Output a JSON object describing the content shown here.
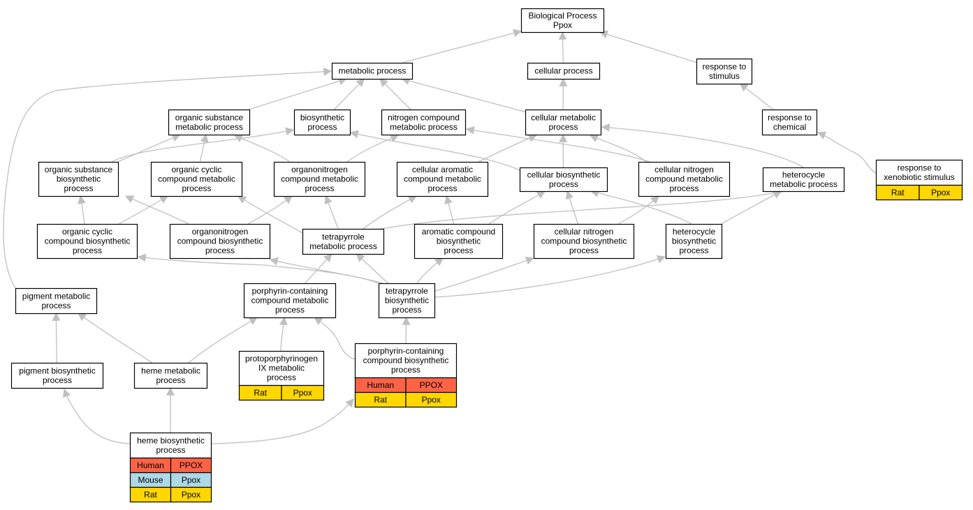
{
  "colors": {
    "edge": "#c0c0c0",
    "node_border": "#000000",
    "node_fill": "#ffffff",
    "human": "#ff6347",
    "mouse": "#add8e6",
    "rat": "#ffd700"
  },
  "nodes": {
    "bp": {
      "label": [
        "Biological Process",
        "Ppox"
      ]
    },
    "mp": {
      "label": [
        "metabolic process"
      ]
    },
    "cp": {
      "label": [
        "cellular process"
      ]
    },
    "rs": {
      "label": [
        "response to",
        "stimulus"
      ]
    },
    "osmp": {
      "label": [
        "organic substance",
        "metabolic process"
      ]
    },
    "bsp": {
      "label": [
        "biosynthetic",
        "process"
      ]
    },
    "ncmp": {
      "label": [
        "nitrogen compound",
        "metabolic process"
      ]
    },
    "cmp": {
      "label": [
        "cellular metabolic",
        "process"
      ]
    },
    "rc": {
      "label": [
        "response to",
        "chemical"
      ]
    },
    "rxs": {
      "label": [
        "response to",
        "xenobiotic stimulus"
      ],
      "rows": [
        [
          "Rat",
          "Ppox"
        ]
      ]
    },
    "osbp": {
      "label": [
        "organic substance",
        "biosynthetic",
        "process"
      ]
    },
    "occmp": {
      "label": [
        "organic cyclic",
        "compound metabolic",
        "process"
      ]
    },
    "oncmp": {
      "label": [
        "organonitrogen",
        "compound metabolic",
        "process"
      ]
    },
    "cacmp": {
      "label": [
        "cellular aromatic",
        "compound metabolic",
        "process"
      ]
    },
    "cbp": {
      "label": [
        "cellular biosynthetic",
        "process"
      ]
    },
    "cncmp": {
      "label": [
        "cellular nitrogen",
        "compound metabolic",
        "process"
      ]
    },
    "hmp": {
      "label": [
        "heterocycle",
        "metabolic process"
      ]
    },
    "occbp": {
      "label": [
        "organic cyclic",
        "compound biosynthetic",
        "process"
      ]
    },
    "oncbp": {
      "label": [
        "organonitrogen",
        "compound biosynthetic",
        "process"
      ]
    },
    "tmp": {
      "label": [
        "tetrapyrrole",
        "metabolic process"
      ]
    },
    "acbp": {
      "label": [
        "aromatic compound",
        "biosynthetic",
        "process"
      ]
    },
    "cncbp": {
      "label": [
        "cellular nitrogen",
        "compound biosynthetic",
        "process"
      ]
    },
    "hbp": {
      "label": [
        "heterocycle",
        "biosynthetic",
        "process"
      ]
    },
    "pgmp": {
      "label": [
        "pigment metabolic",
        "process"
      ]
    },
    "pccmp": {
      "label": [
        "porphyrin-containing",
        "compound metabolic",
        "process"
      ]
    },
    "tbp": {
      "label": [
        "tetrapyrrole",
        "biosynthetic",
        "process"
      ]
    },
    "pgbp": {
      "label": [
        "pigment biosynthetic",
        "process"
      ]
    },
    "hemp": {
      "label": [
        "heme metabolic",
        "process"
      ]
    },
    "ppix": {
      "label": [
        "protoporphyrinogen",
        "IX metabolic",
        "process"
      ],
      "rows": [
        [
          "Rat",
          "Ppox"
        ]
      ]
    },
    "pccbp": {
      "label": [
        "porphyrin-containing",
        "compound biosynthetic",
        "process"
      ],
      "rows": [
        [
          "Human",
          "PPOX"
        ],
        [
          "Rat",
          "Ppox"
        ]
      ]
    },
    "hebp": {
      "label": [
        "heme biosynthetic",
        "process"
      ],
      "rows": [
        [
          "Human",
          "PPOX"
        ],
        [
          "Mouse",
          "Ppox"
        ],
        [
          "Rat",
          "Ppox"
        ]
      ]
    }
  }
}
